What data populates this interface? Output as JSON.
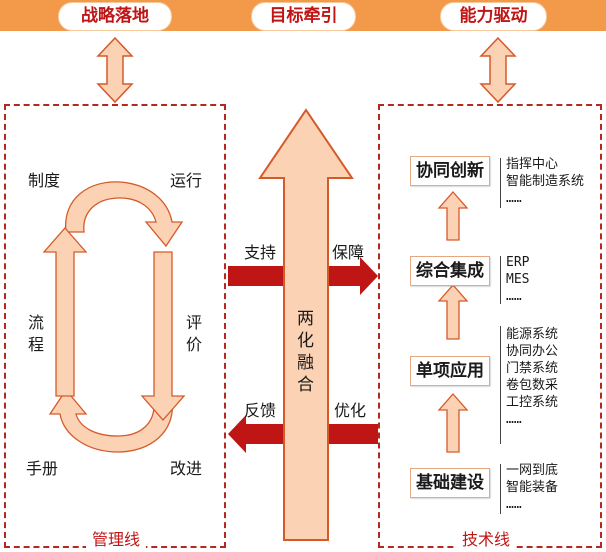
{
  "top_bar": {
    "left_title": "战略落地",
    "center_title": "目标牵引",
    "right_title": "能力驱动"
  },
  "colors": {
    "bar_orange": "#f29a4a",
    "dashed_red": "#b3281f",
    "arrow_fill": "#fbd2b4",
    "arrow_stroke": "#d55a2a",
    "dark_red_arrow": "#c01515",
    "title_red": "#c01515"
  },
  "management": {
    "panel_label": "管理线",
    "cycle": {
      "top_left": "制度",
      "top_right": "运行",
      "left": "流程",
      "right": "评价",
      "bottom_left": "手册",
      "bottom_right": "改进"
    }
  },
  "center": {
    "big_arrow_label": "两化融合",
    "upper_left": "支持",
    "upper_right": "保障",
    "lower_left": "反馈",
    "lower_right": "优化"
  },
  "technology": {
    "panel_label": "技术线",
    "stages": [
      {
        "title": "协同创新",
        "items": [
          "指挥中心",
          "智能制造系统",
          "……"
        ]
      },
      {
        "title": "综合集成",
        "items": [
          "ERP",
          "MES",
          "……"
        ]
      },
      {
        "title": "单项应用",
        "items": [
          "能源系统",
          "协同办公",
          "门禁系统",
          "卷包数采",
          "工控系统",
          "……"
        ]
      },
      {
        "title": "基础建设",
        "items": [
          "一网到底",
          "智能装备",
          "……"
        ]
      }
    ]
  }
}
